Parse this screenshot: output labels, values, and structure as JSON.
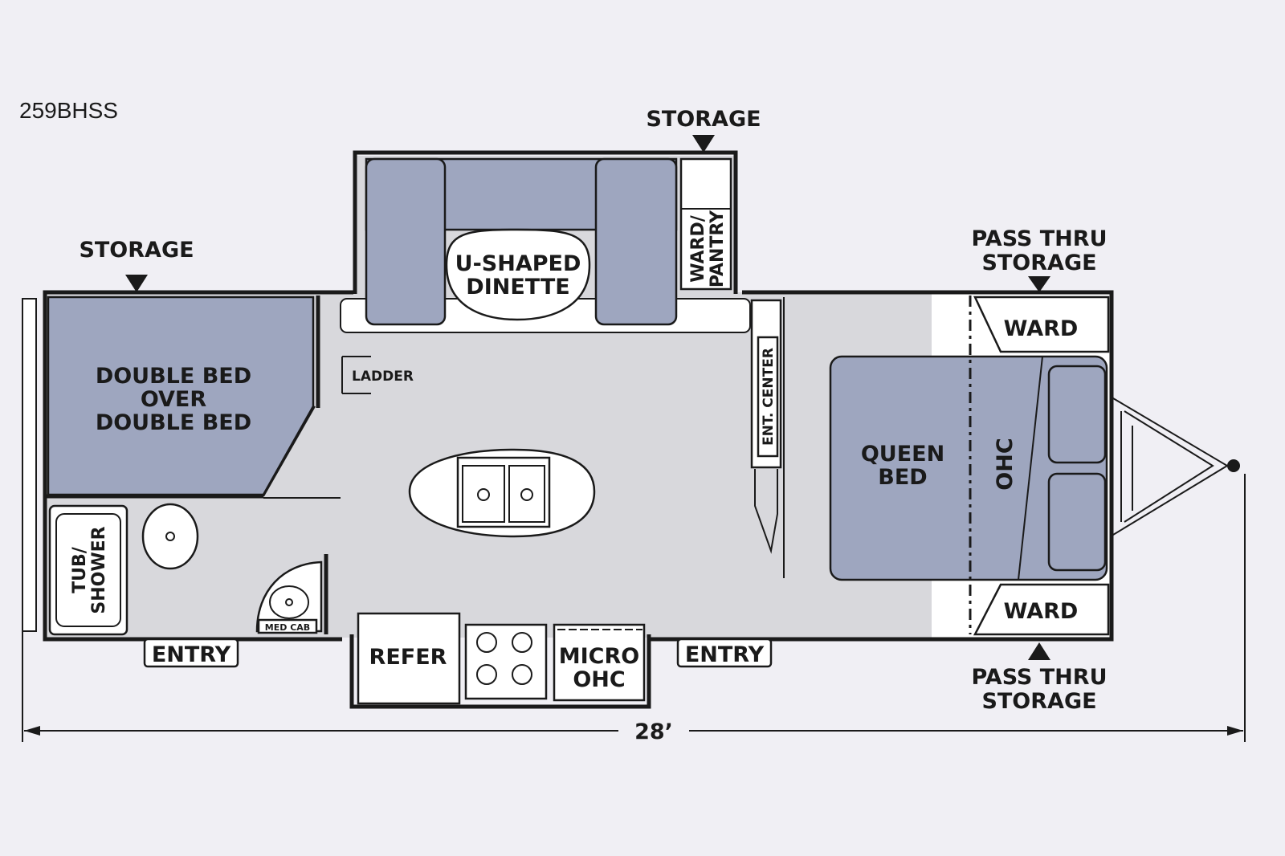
{
  "model": "259BHSS",
  "colors": {
    "background": "#f0eff4",
    "floor": "#d8d8dc",
    "furniture": "#9ea6bf",
    "line": "#1a1a1a"
  },
  "labels": {
    "storage_top": "STORAGE",
    "storage_left": "STORAGE",
    "pass_thru_top_line1": "PASS THRU",
    "pass_thru_top_line2": "STORAGE",
    "pass_thru_bottom_line1": "PASS THRU",
    "pass_thru_bottom_line2": "STORAGE",
    "dinette_line1": "U-SHAPED",
    "dinette_line2": "DINETTE",
    "ward_pantry_line1": "WARD/",
    "ward_pantry_line2": "PANTRY",
    "bunk_line1": "DOUBLE BED",
    "bunk_line2": "OVER",
    "bunk_line3": "DOUBLE BED",
    "ladder": "LADDER",
    "ent_center": "ENT. CENTER",
    "queen_line1": "QUEEN",
    "queen_line2": "BED",
    "ohc": "OHC",
    "ward_top": "WARD",
    "ward_bottom": "WARD",
    "tub_line1": "TUB/",
    "tub_line2": "SHOWER",
    "med_cab": "MED CAB",
    "entry_left": "ENTRY",
    "entry_right": "ENTRY",
    "refer": "REFER",
    "micro_line1": "MICRO",
    "micro_line2": "OHC",
    "length": "28’"
  }
}
